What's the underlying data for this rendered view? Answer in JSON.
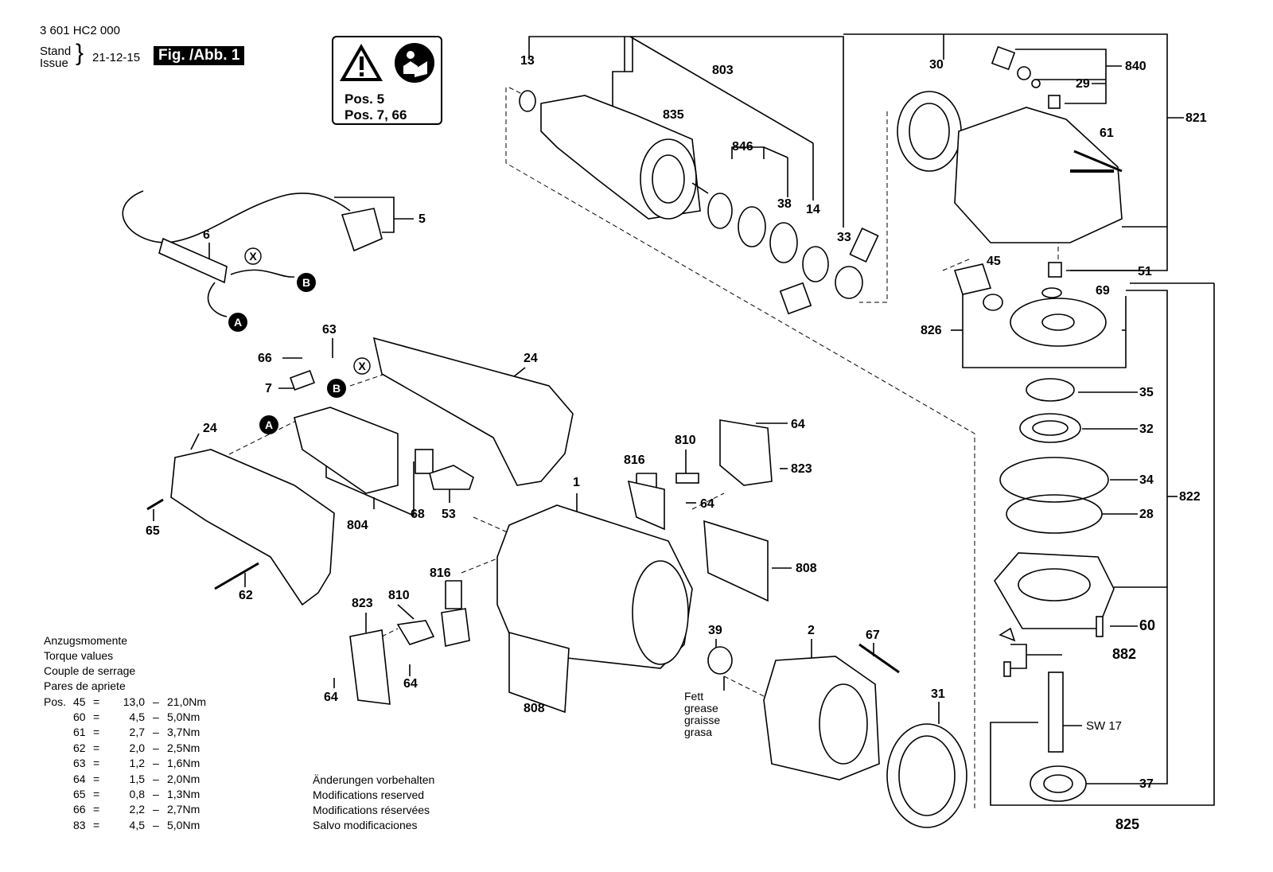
{
  "header": {
    "doc_number": "3 601 HC2 000",
    "stand_label": "Stand",
    "issue_label": "Issue",
    "date": "21-12-15",
    "figure_label": "Fig. /Abb. 1"
  },
  "warning_box": {
    "icons": [
      "warning-triangle-icon",
      "read-manual-icon"
    ],
    "lines": [
      "Pos. 5",
      "Pos. 7, 66"
    ]
  },
  "torque": {
    "titles": [
      "Anzugsmomente",
      "Torque values",
      "Couple de serrage",
      "Pares de apriete"
    ],
    "prefix": "Pos.",
    "rows": [
      {
        "pos": "45",
        "min": "13,0",
        "max": "21,0Nm"
      },
      {
        "pos": "60",
        "min": "4,5",
        "max": "5,0Nm"
      },
      {
        "pos": "61",
        "min": "2,7",
        "max": "3,7Nm"
      },
      {
        "pos": "62",
        "min": "2,0",
        "max": "2,5Nm"
      },
      {
        "pos": "63",
        "min": "1,2",
        "max": "1,6Nm"
      },
      {
        "pos": "64",
        "min": "1,5",
        "max": "2,0Nm"
      },
      {
        "pos": "65",
        "min": "0,8",
        "max": "1,3Nm"
      },
      {
        "pos": "66",
        "min": "2,2",
        "max": "2,7Nm"
      },
      {
        "pos": "83",
        "min": "4,5",
        "max": "5,0Nm"
      }
    ]
  },
  "modifications": [
    "Änderungen vorbehalten",
    "Modifications reserved",
    "Modifications réservées",
    "Salvo modificaciones"
  ],
  "grease": [
    "Fett",
    "grease",
    "graisse",
    "grasa"
  ],
  "wrench_size": "SW 17",
  "markers": [
    "A",
    "B",
    "X"
  ],
  "callouts": [
    "13",
    "803",
    "835",
    "846",
    "38",
    "14",
    "33",
    "30",
    "840",
    "29",
    "821",
    "61",
    "51",
    "45",
    "69",
    "826",
    "35",
    "32",
    "34",
    "28",
    "822",
    "60",
    "882",
    "37",
    "825",
    "5",
    "6",
    "63",
    "66",
    "7",
    "24",
    "804",
    "68",
    "53",
    "1",
    "816",
    "810",
    "823",
    "64",
    "808",
    "65",
    "62",
    "39",
    "2",
    "67",
    "31"
  ]
}
